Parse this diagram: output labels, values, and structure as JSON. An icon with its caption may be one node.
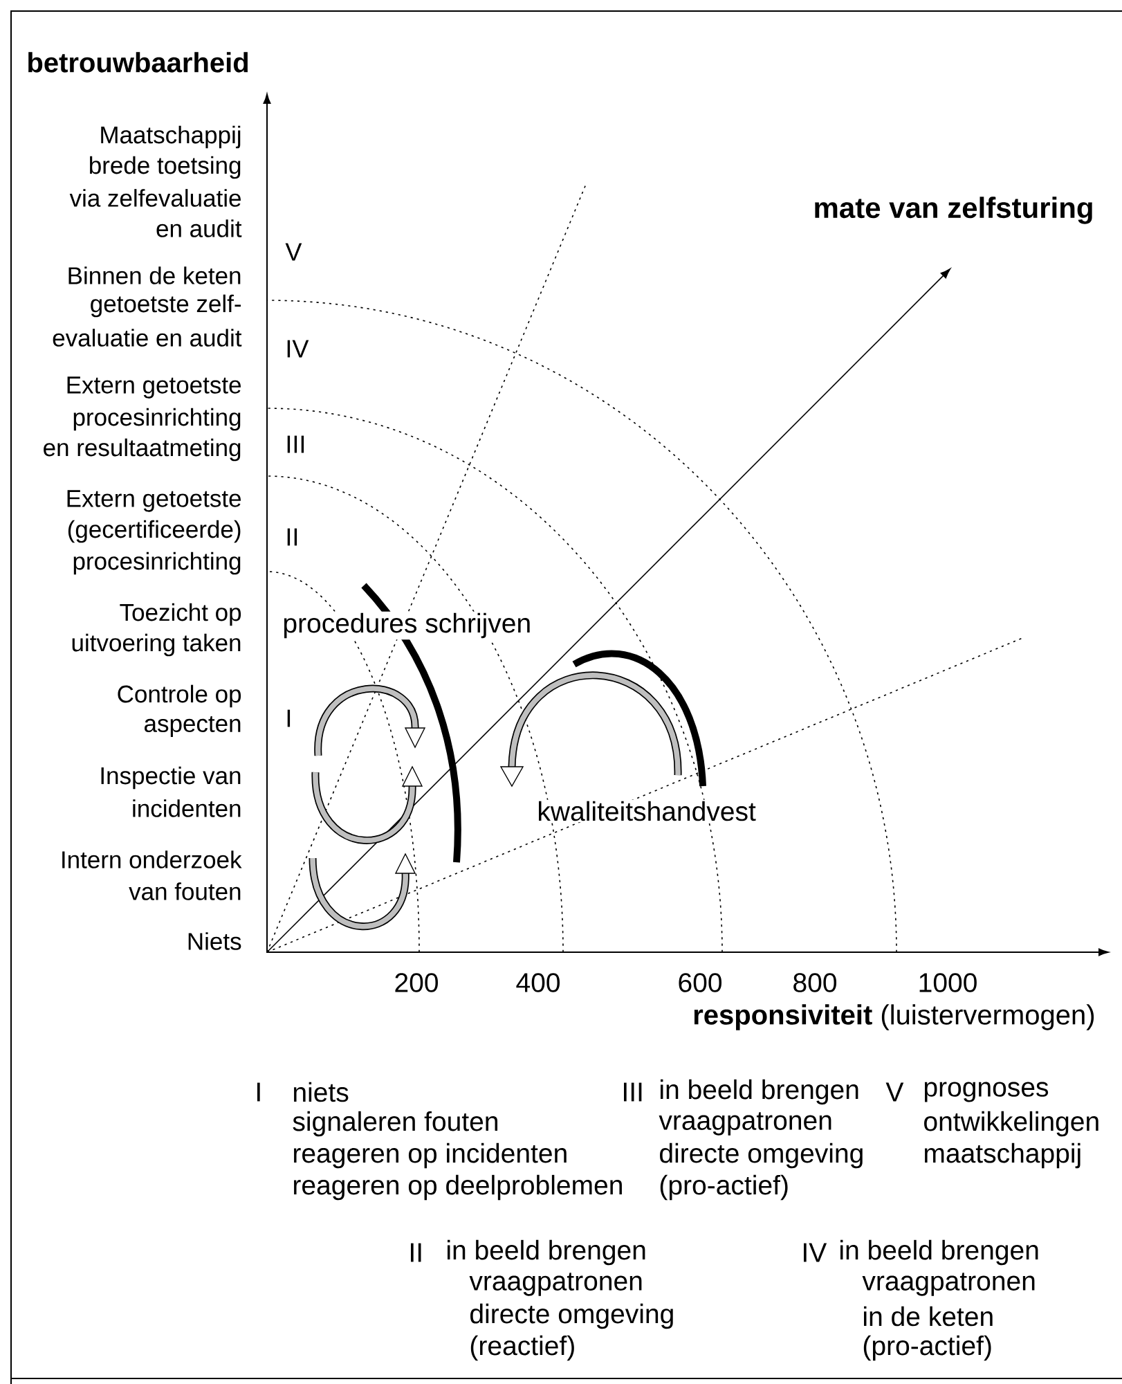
{
  "diagram": {
    "labels": [
      "betrouwbaarheid",
      "Maatschappij",
      "brede toetsing",
      "via zelfevaluatie",
      "en audit",
      "mate van zelfsturing",
      "V",
      "Binnen de keten",
      "getoetste zelf-",
      "evaluatie en audit",
      "IV",
      "Extern getoetste",
      "procesinrichting",
      "en resultaatmeting",
      "III",
      "Extern getoetste",
      "(gecertificeerde)",
      "procesinrichting",
      "II",
      "Toezicht op",
      "procedures schrijven",
      "uitvoering taken",
      "Controle op",
      "aspecten",
      "I",
      "Inspectie van",
      "incidenten",
      "kwaliteitshandvest",
      "Intern onderzoek",
      "van fouten",
      "Niets",
      "200",
      "400",
      "600",
      "800",
      "1000",
      "**responsiviteit** (luistervermogen)",
      "I",
      "niets",
      "III",
      "in beeld brengen",
      "V",
      "prognoses",
      "signaleren fouten",
      "vraagpatronen",
      "ontwikkelingen",
      "reageren op incidenten",
      "directe omgeving",
      "maatschappij",
      "reageren op deelproblemen",
      "(pro-actief)",
      "II",
      "in beeld brengen",
      "IV",
      "in beeld brengen",
      "vraagpatronen",
      "vraagpatronen",
      "directe omgeving",
      "in de keten",
      "(reactief)",
      "(pro-actief)"
    ]
  }
}
